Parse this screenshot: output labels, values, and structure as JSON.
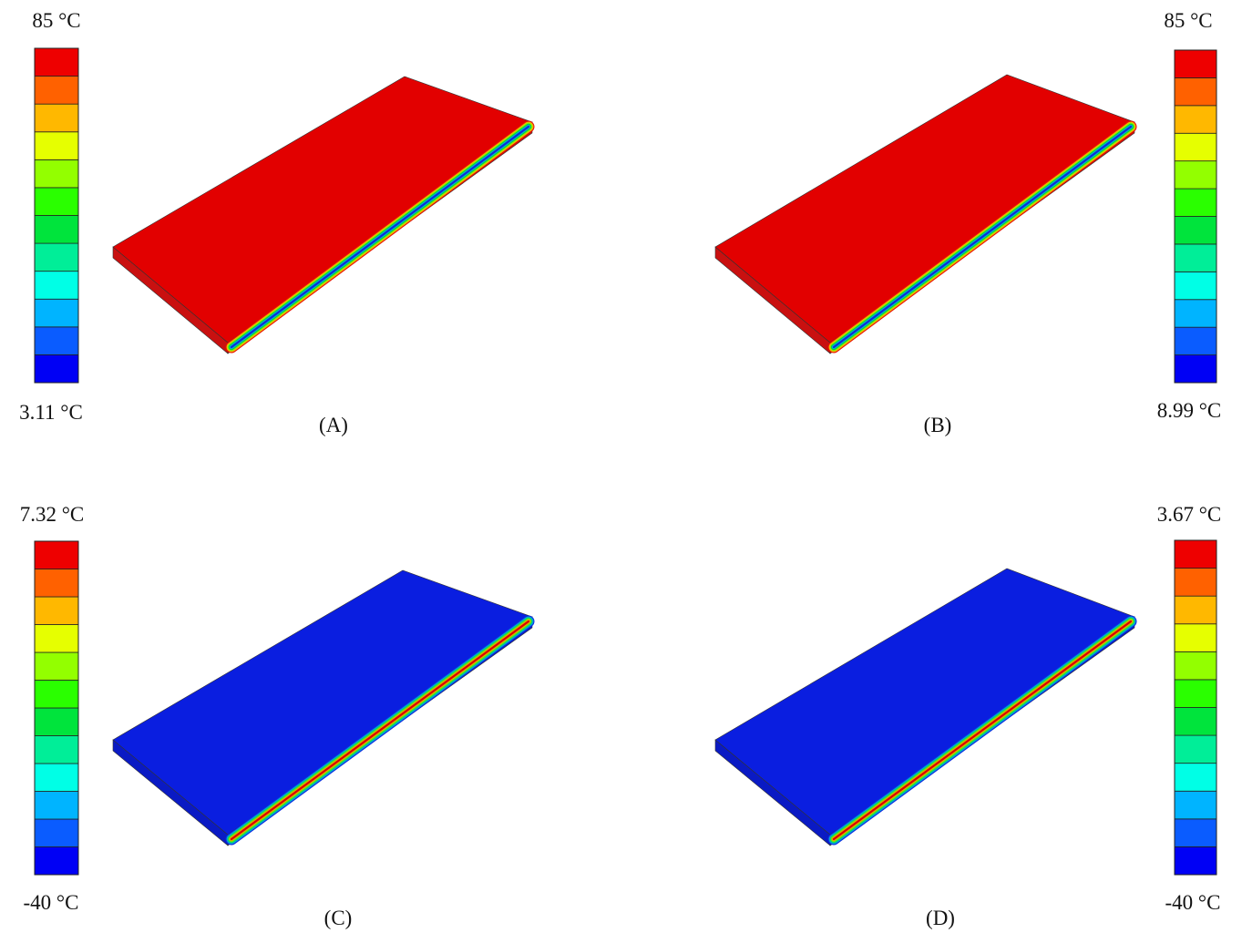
{
  "colormap": [
    "#0000f5",
    "#0a5cff",
    "#00b4ff",
    "#00ffe6",
    "#00ee98",
    "#00e43c",
    "#2aff00",
    "#93ff00",
    "#e6ff00",
    "#ffb800",
    "#ff6100",
    "#ee0000"
  ],
  "panels": [
    {
      "id": "A",
      "caption": "(A)",
      "legend_max": "85 °C",
      "legend_min": "3.11 °C",
      "legend_side": "left",
      "surface_color": "#e20000",
      "side_color": "#c91010",
      "channel_rings": [
        "#e61000",
        "#f4b400",
        "#8ef000",
        "#00d23c",
        "#00b4d0",
        "#0b2ed8"
      ]
    },
    {
      "id": "B",
      "caption": "(B)",
      "legend_max": "85 °C",
      "legend_min": "8.99 °C",
      "legend_side": "right",
      "surface_color": "#e20000",
      "side_color": "#c91010",
      "channel_rings": [
        "#e61000",
        "#f4b400",
        "#8ef000",
        "#00d23c",
        "#00b4d0",
        "#0b2ed8"
      ]
    },
    {
      "id": "C",
      "caption": "(C)",
      "legend_max": "7.32 °C",
      "legend_min": "-40 °C",
      "legend_side": "left",
      "surface_color": "#0a1ee0",
      "side_color": "#0a1ac4",
      "channel_rings": [
        "#0a2ae0",
        "#00a0d8",
        "#00d278",
        "#6ee800",
        "#e8a000",
        "#d80000"
      ]
    },
    {
      "id": "D",
      "caption": "(D)",
      "legend_max": "3.67 °C",
      "legend_min": "-40 °C",
      "legend_side": "right",
      "surface_color": "#0a1ee0",
      "side_color": "#0a1ac4",
      "channel_rings": [
        "#0a2ae0",
        "#00a0d8",
        "#00d278",
        "#6ee800",
        "#e8a000",
        "#d80000"
      ]
    }
  ]
}
